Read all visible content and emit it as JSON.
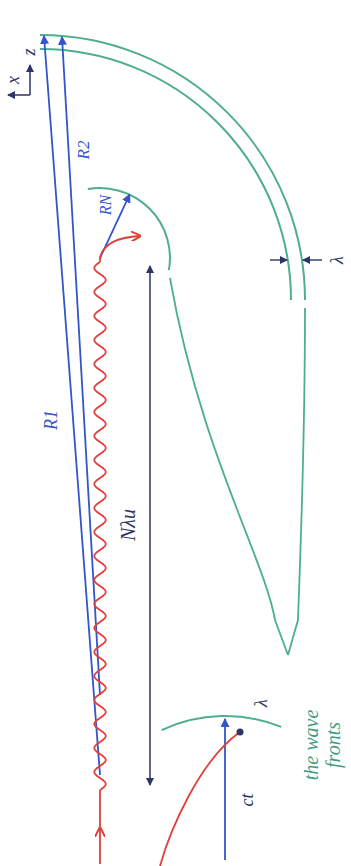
{
  "diagram": {
    "labels": [
      "x",
      "z",
      "R1",
      "R2",
      "RN",
      "Nλu",
      "λ",
      "the wave fronts",
      "ct",
      "λ"
    ]
  }
}
